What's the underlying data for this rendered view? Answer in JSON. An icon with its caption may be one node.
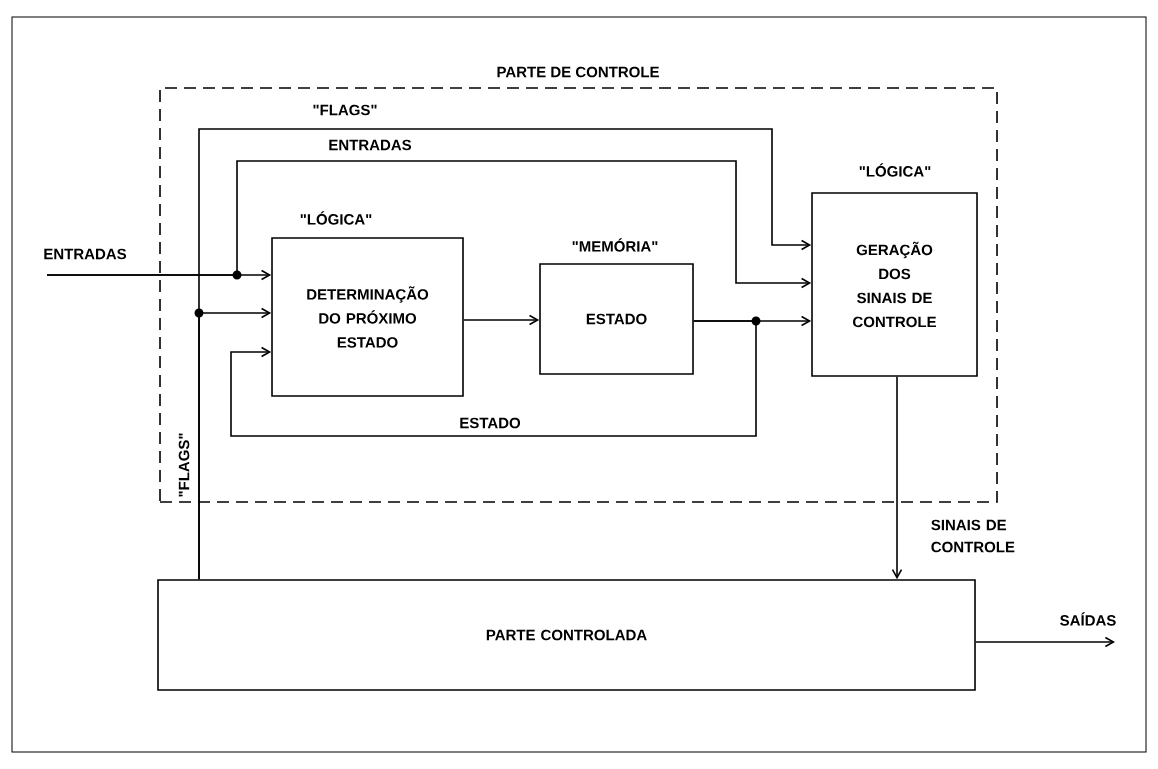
{
  "diagram": {
    "nodes": [
      {
        "text": [
          "PARTE DE CONTROLE"
        ]
      },
      {
        "text": [
          "\"LÓGICA\"",
          "DETERMINAÇÃO DO PRÓXIMO ESTADO"
        ],
        "in": 0
      },
      {
        "text": [
          "\"MEMÓRIA\"",
          "ESTADO"
        ],
        "in": 0
      },
      {
        "text": [
          "\"LÓGICA\"",
          "GERAÇÃO DOS SINAIS DE CONTROLE"
        ],
        "in": 0
      },
      {
        "text": [
          "PARTE CONTROLADA"
        ]
      }
    ],
    "edges": [
      {
        "from": null,
        "to": 1,
        "arrow": "to",
        "label": "ENTRADAS"
      },
      {
        "from": null,
        "to": 3,
        "arrow": "to",
        "label": "ENTRADAS"
      },
      {
        "from": 4,
        "to": 1,
        "arrow": "to",
        "label": "\"FLAGS\""
      },
      {
        "from": 4,
        "to": 3,
        "arrow": "to",
        "label": "\"FLAGS\""
      },
      {
        "from": 1,
        "to": 2,
        "arrow": "to"
      },
      {
        "from": 2,
        "to": 3,
        "arrow": "to"
      },
      {
        "from": 2,
        "to": 1,
        "arrow": "to",
        "label": "ESTADO"
      },
      {
        "from": 3,
        "to": 4,
        "arrow": "to",
        "label": "SINAIS DE CONTROLE"
      },
      {
        "from": 4,
        "to": null,
        "arrow": "to",
        "label": "SAÍDAS"
      }
    ]
  }
}
